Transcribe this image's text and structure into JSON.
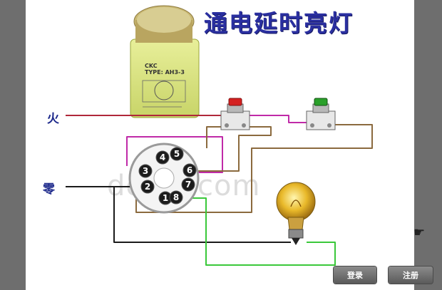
{
  "title": "通电延时亮灯",
  "labels": {
    "live": "火",
    "neutral": "零"
  },
  "relay": {
    "brand": "CKC",
    "model": "TYPE: AH3-3"
  },
  "socket_pins": [
    "1",
    "2",
    "3",
    "4",
    "5",
    "6",
    "7",
    "8"
  ],
  "watermark": "docin.com",
  "buttons": {
    "login": "登录",
    "register": "注册"
  },
  "colors": {
    "live_wire": "#b0283a",
    "magenta_wire": "#c02aa8",
    "brown_wire": "#8b6a3e",
    "neutral_wire": "#1a1a1a",
    "green_wire": "#3ac83a",
    "button_red": "#d42020",
    "button_green": "#2aa02a"
  },
  "icons": [
    "hand-cursor-icon",
    "light-bulb-icon"
  ]
}
